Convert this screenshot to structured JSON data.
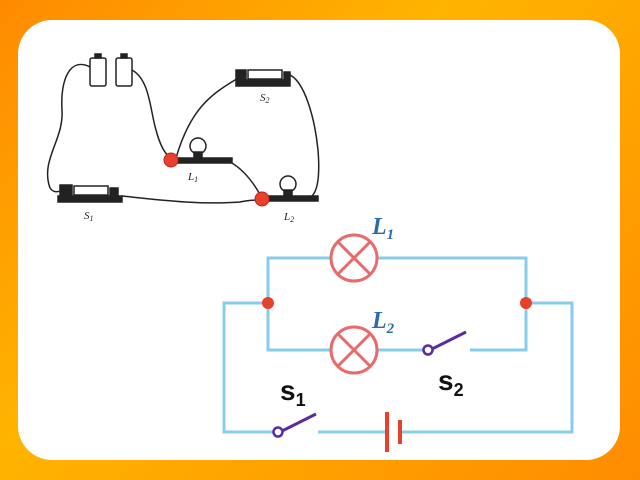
{
  "physical": {
    "switch1": {
      "name": "S",
      "sub": "1"
    },
    "switch2": {
      "name": "S",
      "sub": "2"
    },
    "lamp1": {
      "name": "L",
      "sub": "1"
    },
    "lamp2": {
      "name": "L",
      "sub": "2"
    }
  },
  "schematic": {
    "lamp1": {
      "name": "L",
      "sub": "1"
    },
    "lamp2": {
      "name": "L",
      "sub": "2"
    },
    "switch1": {
      "name": "s",
      "sub": "1"
    },
    "switch2": {
      "name": "s",
      "sub": "2"
    }
  },
  "colors": {
    "wire": "#87cdea",
    "lamp": "#e86a6a",
    "junction": "#e8402a",
    "switch_lever": "#5a2ca0",
    "battery": "#e8402a",
    "label_blue": "#2a6ab0"
  }
}
